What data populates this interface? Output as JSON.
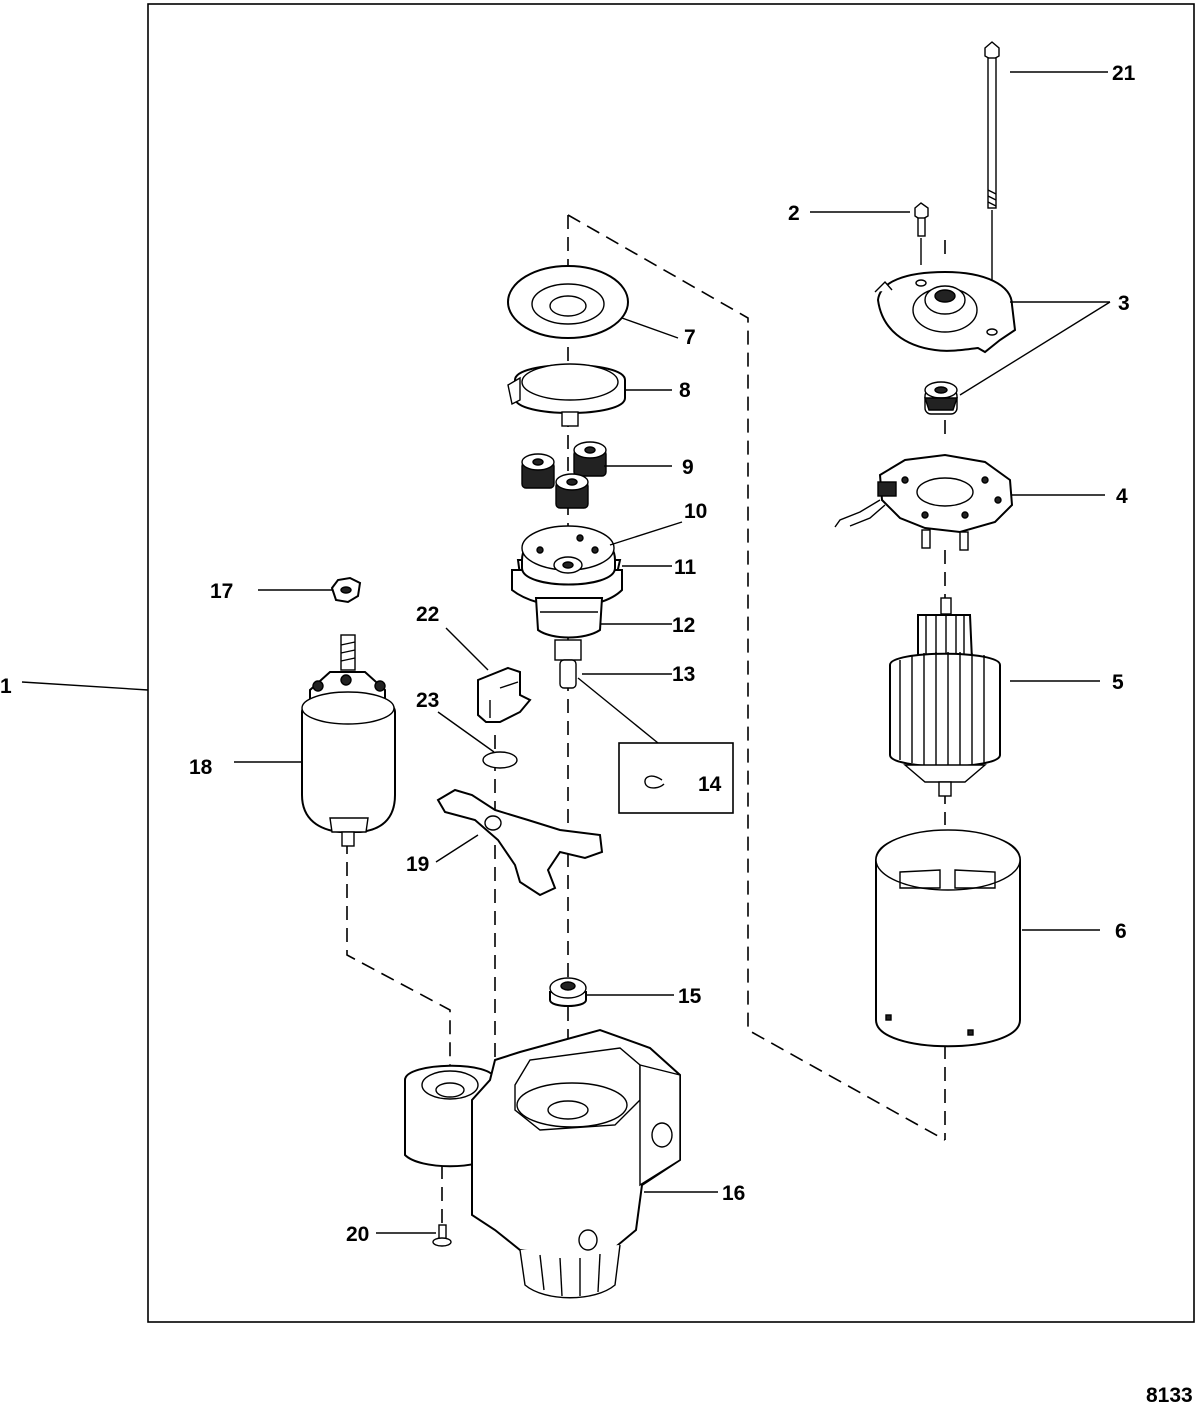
{
  "diagram": {
    "figure_number": "8133",
    "callouts": {
      "c1": "1",
      "c2": "2",
      "c3": "3",
      "c4": "4",
      "c5": "5",
      "c6": "6",
      "c7": "7",
      "c8": "8",
      "c9": "9",
      "c10": "10",
      "c11": "11",
      "c12": "12",
      "c13": "13",
      "c14": "14",
      "c15": "15",
      "c16": "16",
      "c17": "17",
      "c18": "18",
      "c19": "19",
      "c20": "20",
      "c21": "21",
      "c22": "22",
      "c23": "23"
    }
  }
}
